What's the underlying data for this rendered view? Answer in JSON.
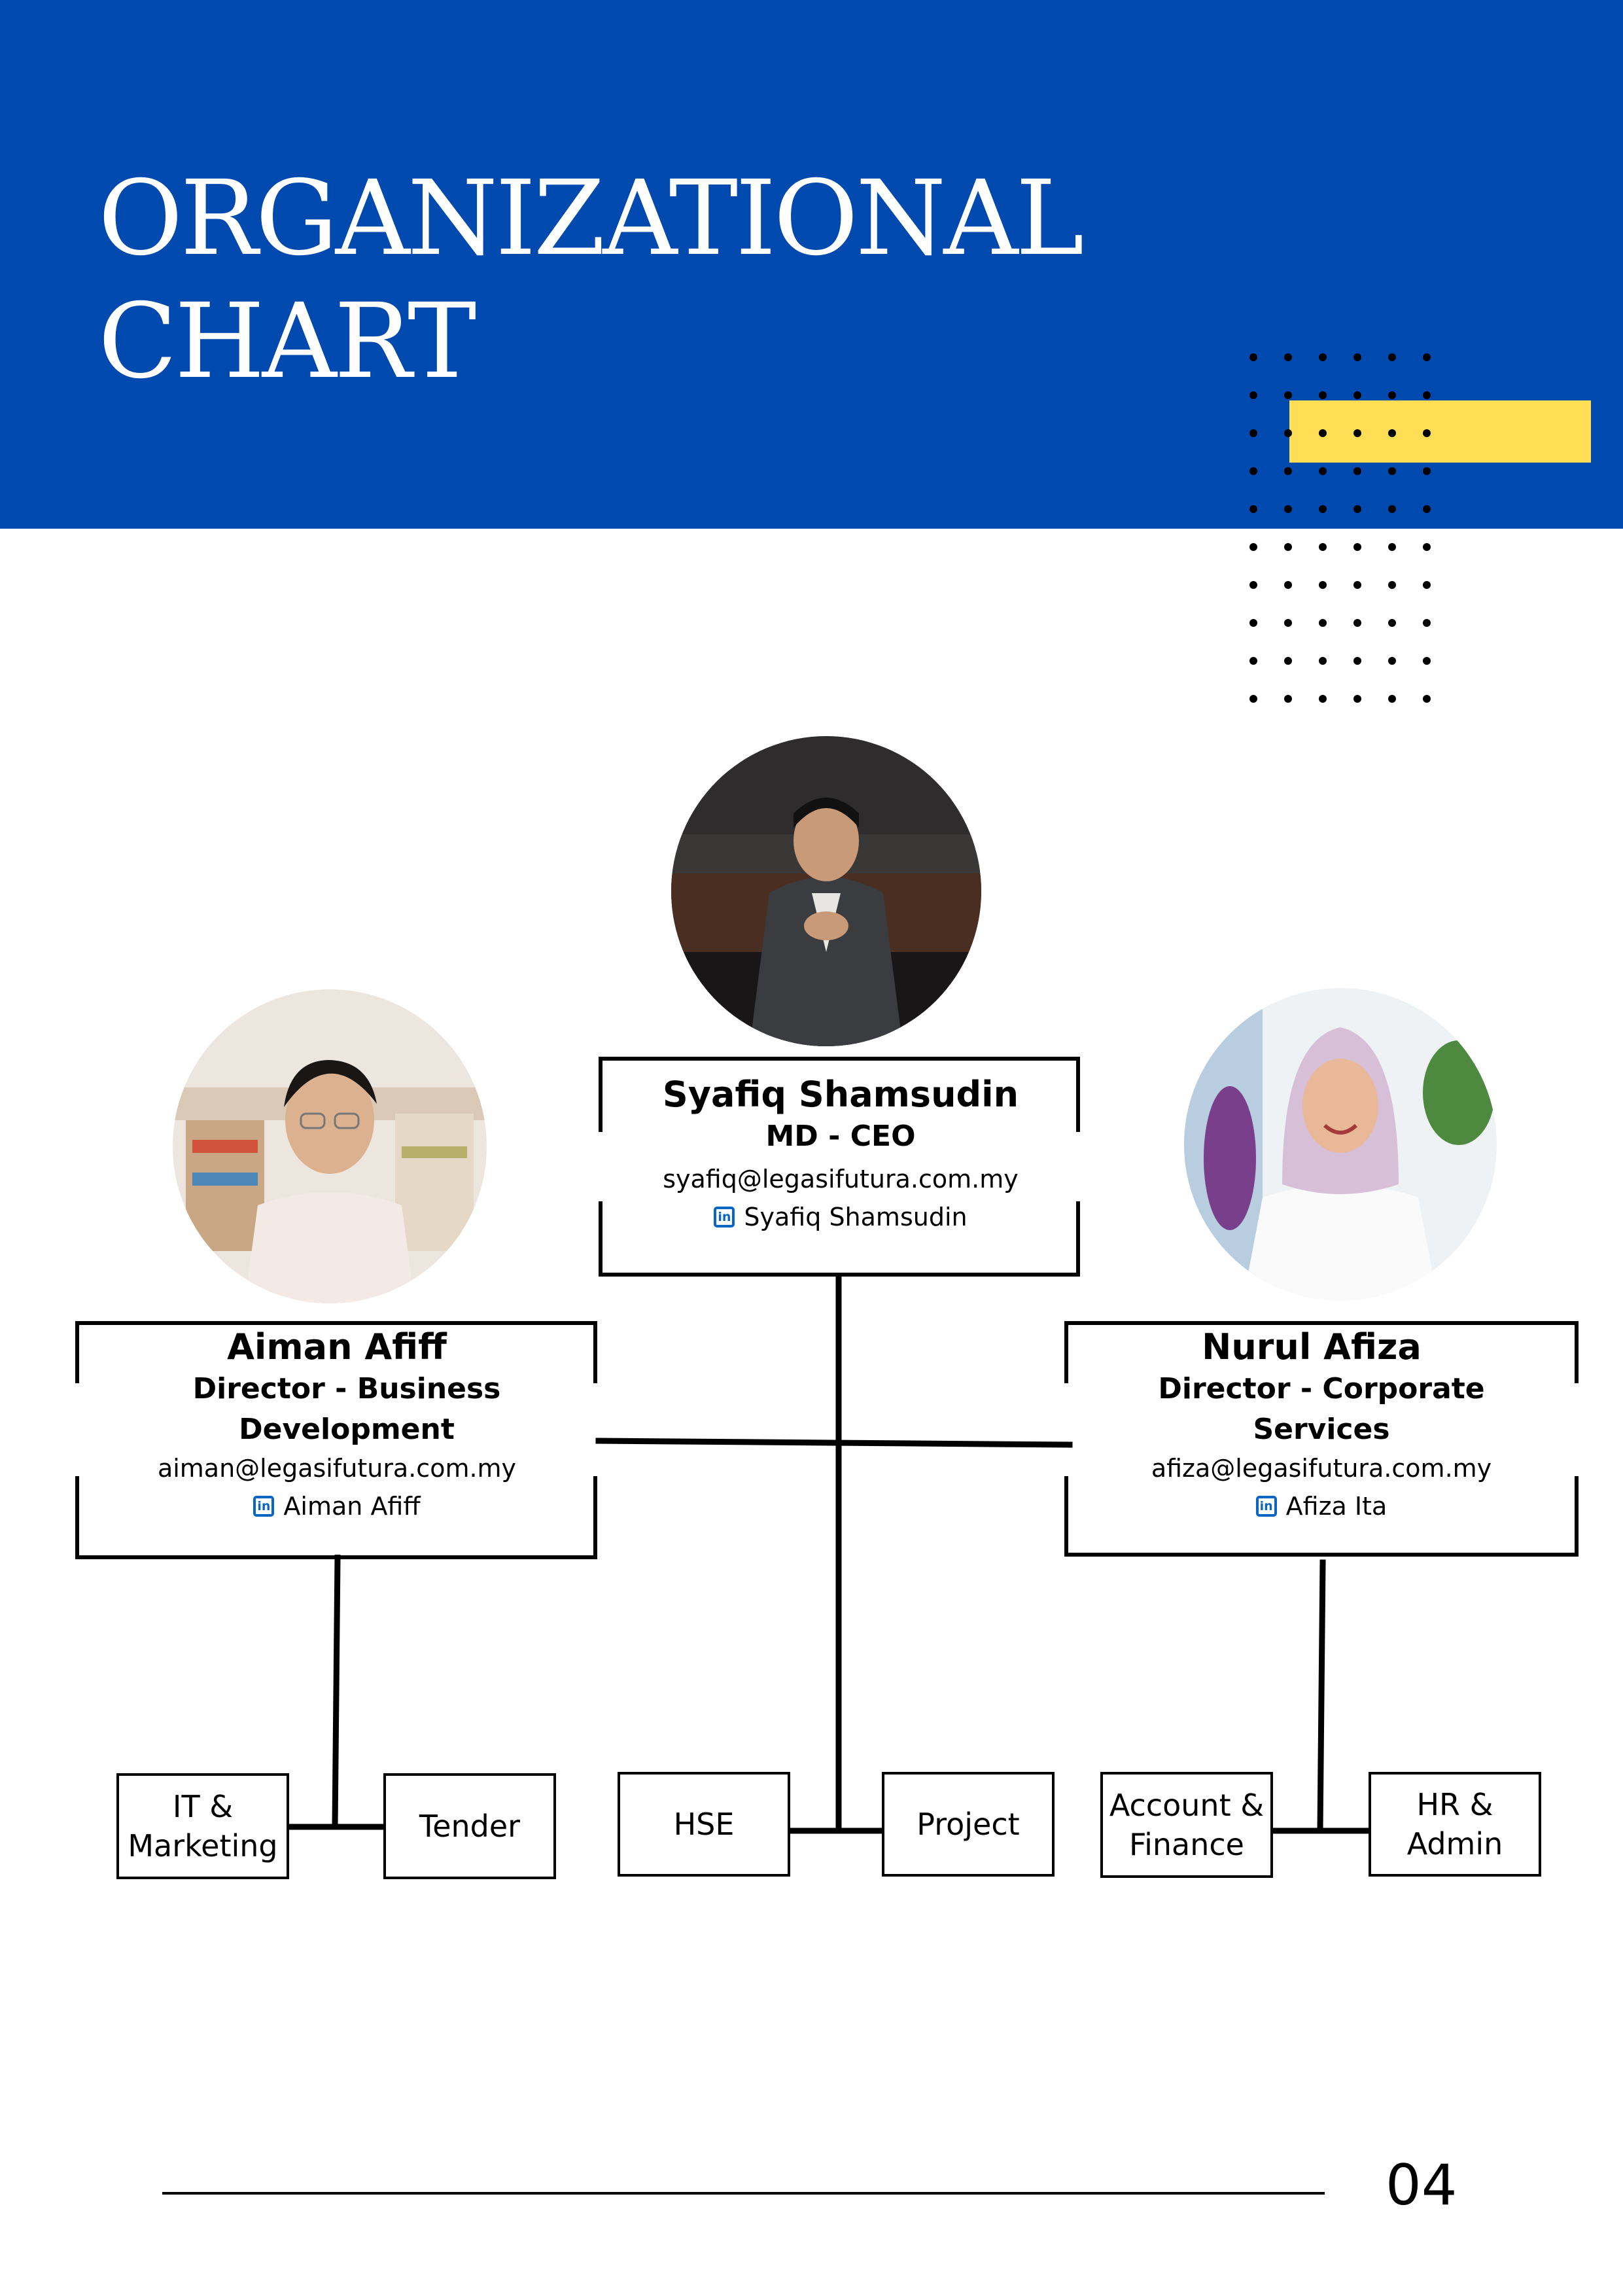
{
  "header": {
    "title_line1": "ORGANIZATIONAL",
    "title_line2": "CHART",
    "background_color": "#0049af",
    "accent_color": "#ffdd55"
  },
  "people": {
    "ceo": {
      "name": "Syafiq Shamsudin",
      "role": "MD - CEO",
      "email": "syafiq@legasifutura.com.my",
      "linkedin": "Syafiq Shamsudin",
      "photo": "person-photo"
    },
    "director_bd": {
      "name": "Aiman Afiff",
      "role_line1": "Director - Business",
      "role_line2": "Development",
      "email": "aiman@legasifutura.com.my",
      "linkedin": "Aiman Afiff",
      "photo": "person-photo"
    },
    "director_cs": {
      "name": "Nurul Afiza",
      "role_line1": "Director - Corporate",
      "role_line2": "Services",
      "email": "afiza@legasifutura.com.my",
      "linkedin": "Afiza Ita",
      "photo": "person-photo"
    }
  },
  "linkedin_icon": "linkedin-icon",
  "linkedin_glyph": "in",
  "departments": {
    "it_marketing": "IT &\nMarketing",
    "tender": "Tender",
    "hse": "HSE",
    "project": "Project",
    "account_finance": "Account &\nFinance",
    "hr_admin": "HR &\nAdmin"
  },
  "footer": {
    "page_number": "04"
  }
}
